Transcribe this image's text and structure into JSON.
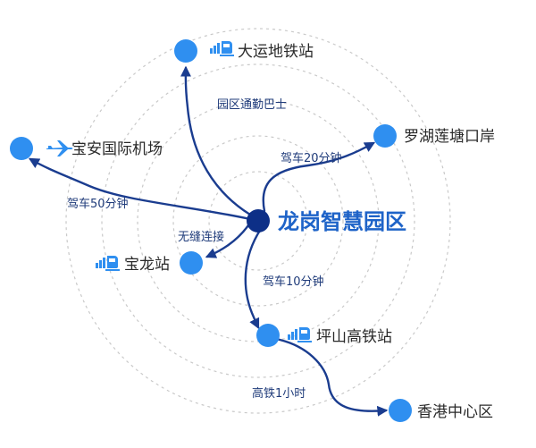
{
  "hub": {
    "label": "龙岗智慧园区"
  },
  "destinations": {
    "dayundi": "大运地铁站",
    "baoan": "宝安国际机场",
    "luohu": "罗湖莲塘口岸",
    "baolong": "宝龙站",
    "pingshan": "坪山高铁站",
    "hongkong": "香港中心区"
  },
  "routes": {
    "shuttle": "园区通勤巴士",
    "drive20": "驾车20分钟",
    "drive50": "驾车50分钟",
    "seamless": "无缝连接",
    "drive10": "驾车10分钟",
    "hsr1h": "高铁1小时"
  },
  "icons": {
    "metro": "train-icon",
    "airport": "airplane-icon",
    "rail": "train-icon"
  },
  "colors": {
    "hub_node": "#0d2f87",
    "node": "#2f8ff0",
    "line": "#1a3c8f",
    "ring": "#c9c9c9",
    "hub_text": "#1e63c8"
  }
}
